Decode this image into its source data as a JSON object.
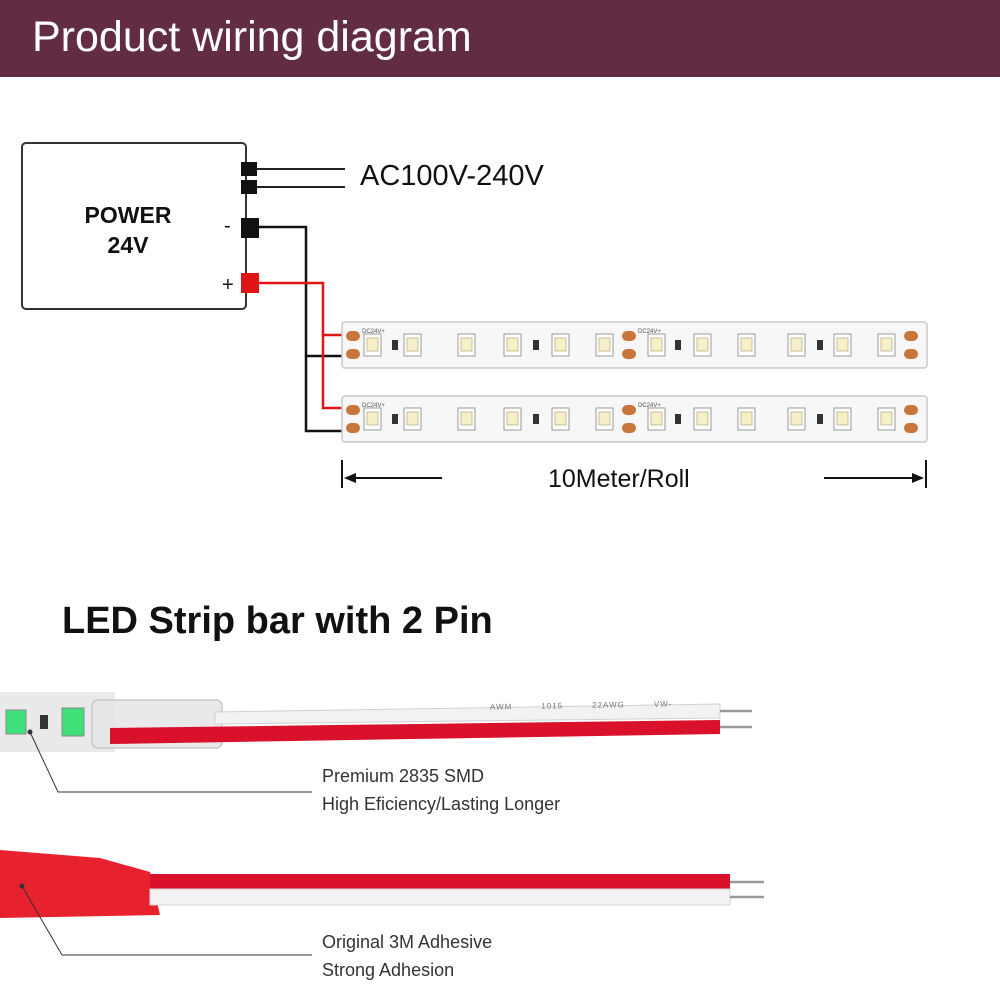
{
  "header": {
    "title": "Product wiring diagram",
    "bg_color": "#612c44"
  },
  "power_supply": {
    "label_line1": "POWER",
    "label_line2": "24V",
    "minus_sign": "-",
    "plus_sign": "+"
  },
  "input": {
    "label": "AC100V-240V"
  },
  "strip": {
    "length_label": "10Meter/Roll",
    "pad_text": "DC24V+"
  },
  "section": {
    "title": "LED Strip bar with 2 Pin"
  },
  "connector": {
    "cable_print": [
      "AWM",
      "1015",
      "22AWG",
      "VW-"
    ],
    "note_line1": "Premium 2835 SMD",
    "note_line2": "High Eficiency/Lasting Longer"
  },
  "adhesive": {
    "note_line1": "Original 3M Adhesive",
    "note_line2": "Strong Adhesion"
  },
  "colors": {
    "wire_red": "#e01515",
    "wire_black": "#111111",
    "copper": "#c8763c",
    "cable_red": "#d9112a",
    "cable_white": "#f2f2f2"
  }
}
